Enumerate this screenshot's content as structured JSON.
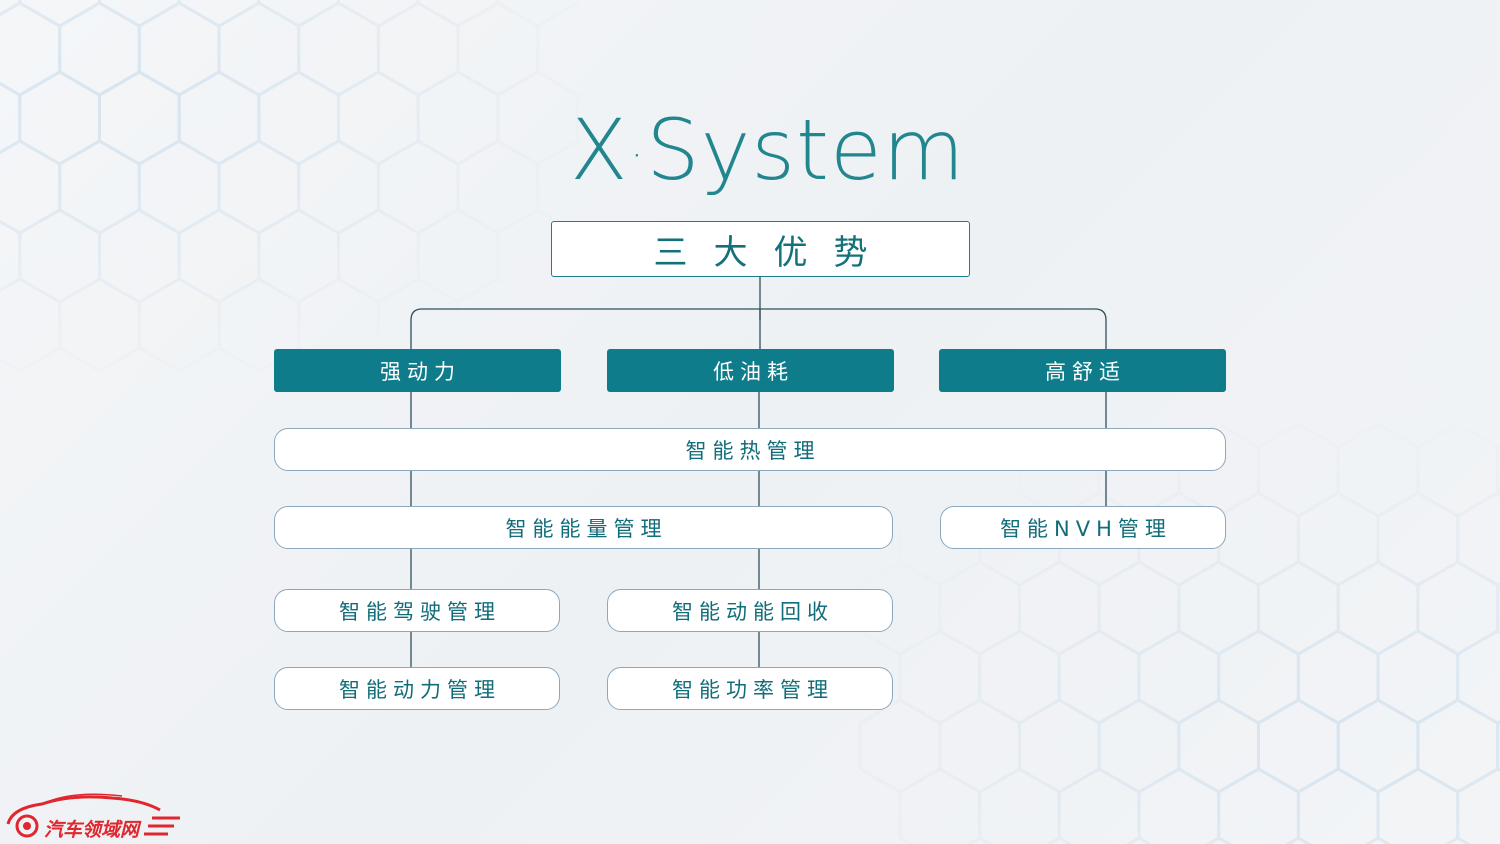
{
  "title": {
    "prefix": "X",
    "dot": "·",
    "main": "System"
  },
  "root": {
    "label": "三大优势"
  },
  "categories": [
    {
      "label": "强动力"
    },
    {
      "label": "低油耗"
    },
    {
      "label": "高舒适"
    }
  ],
  "nodes": {
    "thermal": "智能热管理",
    "energy": "智能能量管理",
    "nvh": "智能NVH管理",
    "driving": "智能驾驶管理",
    "recovery": "智能动能回收",
    "power": "智能动力管理",
    "wattage": "智能功率管理"
  },
  "watermark": {
    "text": "汽车领域网"
  },
  "colors": {
    "accent": "#0e7c8a",
    "title": "#22868f",
    "node_border": "#8da7bd",
    "watermark": "#e0262e"
  }
}
